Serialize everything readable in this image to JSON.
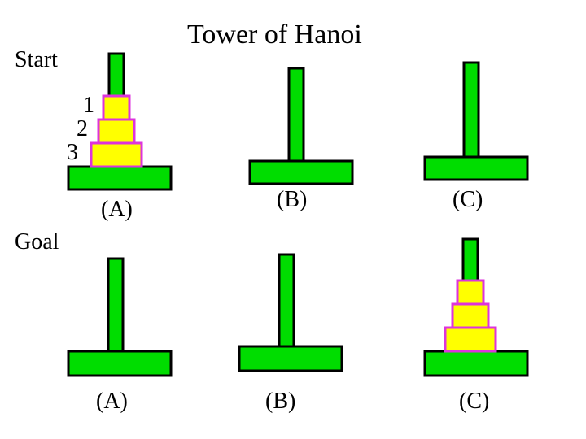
{
  "title": "Tower of Hanoi",
  "start_label": "Start",
  "goal_label": "Goal",
  "colors": {
    "peg": "#00dd00",
    "disk": "#ffff00",
    "disk_border": "#dd33dd",
    "outline": "#000000"
  },
  "start": {
    "pegs": [
      {
        "label": "(A)",
        "disks": [
          3,
          2,
          1
        ]
      },
      {
        "label": "(B)",
        "disks": []
      },
      {
        "label": "(C)",
        "disks": []
      }
    ]
  },
  "goal": {
    "pegs": [
      {
        "label": "(A)",
        "disks": []
      },
      {
        "label": "(B)",
        "disks": []
      },
      {
        "label": "(C)",
        "disks": [
          3,
          2,
          1
        ]
      }
    ]
  },
  "disk_labels": [
    "1",
    "2",
    "3"
  ]
}
